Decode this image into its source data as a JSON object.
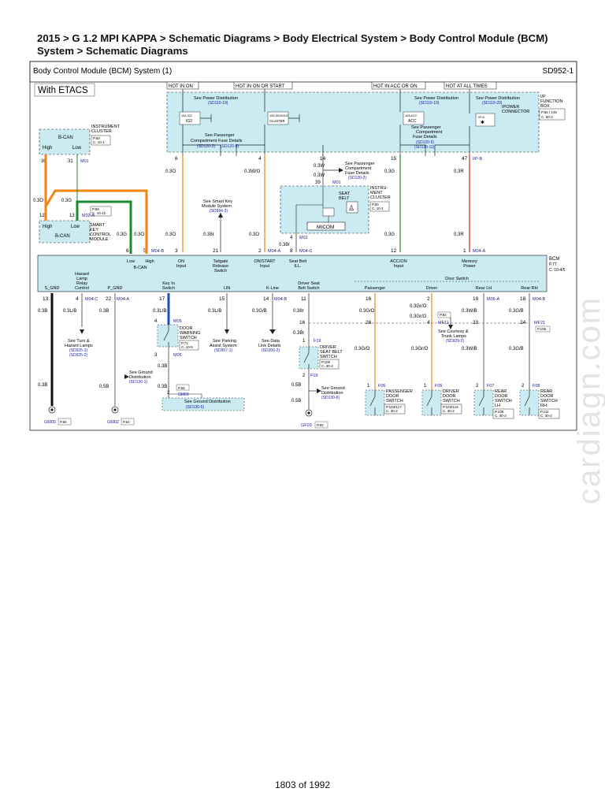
{
  "breadcrumb": "2015 > G 1.2 MPI KAPPA > Schematic Diagrams > Body Electrical System > Body Control Module (BCM) System > Schematic Diagrams",
  "diagram_title": "Body Control Module (BCM) System (1)",
  "diagram_code": "SD952-1",
  "variant_label": "With ETACS",
  "page_number": "1803 of 1992",
  "watermark": "cardiagn.com",
  "power_tags": [
    "HOT IN ON",
    "HOT IN ON OR START",
    "HOT IN ACC OR ON",
    "HOT AT ALL TIMES"
  ],
  "fuse_box": {
    "labels": [
      "I/P",
      "FUNCTION",
      "BOX"
    ],
    "ref": [
      "P.55 / 145",
      "C. 60-2"
    ],
    "see_power_1": "See Power Distribution",
    "see_power_1_ref": "(SD110-19)",
    "see_power_2": "See Power Distribution",
    "see_power_2_ref": "(SD110-19)",
    "see_power_3": "See Power Distribution",
    "see_power_3_ref": "(SD110-20)",
    "fuse_ig2": [
      "10A IG2",
      "IG2"
    ],
    "fuse_cluster": [
      "10A MODULE",
      "CLUSTER"
    ],
    "fuse_acc": [
      "10A ACC",
      "ACC"
    ],
    "ipower_label": [
      "IPOWER",
      "CONNECTOR"
    ],
    "pcomp_left": [
      "See Passenger",
      "Compartment Fuse Details"
    ],
    "pcomp_left_ref": "(SD120-2)     (SD120-5)",
    "pcomp_right": [
      "See Passenger",
      "Compartment",
      "Fuse Details"
    ],
    "pcomp_right_ref": [
      "(SD120-5)",
      "(SD120-11)"
    ]
  },
  "instrument_cluster_top": {
    "labels": [
      "INSTRUMENT",
      "CLUSTER"
    ],
    "ref": [
      "P.60",
      "C. 10-1"
    ],
    "bus": "B-CAN",
    "high": "High",
    "low": "Low",
    "pin_high": "30",
    "pin_low": "31",
    "conn": "M01"
  },
  "smart_key": {
    "labels": [
      "SMART",
      "KEY",
      "CONTROL",
      "MODULE"
    ],
    "ref": [
      "P.59",
      "C. 10-12"
    ],
    "bus": "B-CAN",
    "high": "High",
    "low": "Low",
    "pin_high": "12",
    "pin_low": "13",
    "conn": "M32-A"
  },
  "seat_belt_cluster": {
    "labels": [
      "INSTRU-",
      "MENT",
      "CLUSTER"
    ],
    "ref": [
      "P.60",
      "C. 10-1"
    ],
    "seat": [
      "SEAT",
      "BELT"
    ],
    "micom": "MICOM",
    "pin": "39",
    "conn": "M01",
    "pin4": "4",
    "conn4": "M01"
  },
  "wires": {
    "w03o": "0.3O",
    "w03g": "0.3G",
    "w03r": "0.3R",
    "w03w": "0.3W",
    "w03wo": "0.3W/O",
    "w038r": "0.38r",
    "w038r2": "0.38r",
    "w038r3": "0.38r",
    "w03br": "0.3Br",
    "w03b": "0.3B",
    "w03lb": "0.3L/B",
    "w03lb2": "0.3L/B",
    "w03gb": "0.3G/B",
    "w03go": "0.3G/O",
    "w03gro": "0.3Gr/O",
    "w03wb": "0.3W/B",
    "w05b": "0.5B"
  },
  "top_pins": {
    "p6": "6",
    "p4": "4",
    "p14": "14",
    "p15": "15",
    "p47": "47",
    "ip_b": "I/P-B",
    "p3": "3",
    "p21": "21",
    "p2": "2",
    "p8": "8",
    "p12": "12",
    "p1": "1",
    "m04b": "M04-B",
    "m04a": "M04-A",
    "m04c": "M04-C",
    "m04a2": "M04-A",
    "p6b": "6",
    "p5b": "5"
  },
  "see_passenger_center": [
    "See Passenger",
    "Compartment",
    "Fuse Details"
  ],
  "see_passenger_center_ref": "(SD120-2)",
  "see_smart_key": [
    "See Smart Key",
    "Module System"
  ],
  "see_smart_key_ref": "(SD994-3)",
  "bcm": {
    "labels": [
      "BCM"
    ],
    "ref": [
      "P.77",
      "C. 10-4/5"
    ],
    "bcan_low": "Low",
    "bcan_high": "High",
    "bcan": "B-CAN",
    "on_input": [
      "ON",
      "Input"
    ],
    "tailgate": [
      "Tailgate",
      "Release",
      "Switch"
    ],
    "on_start": [
      "ON/START",
      "Input"
    ],
    "seat_belt_ill": [
      "Seat Belt",
      "ILL."
    ],
    "acc_on": [
      "ACC/ON",
      "Input"
    ],
    "memory_power": [
      "Memory",
      "Power"
    ],
    "s_gnd": "S_GND",
    "hazard": [
      "Hazard",
      "Lamp",
      "Relay",
      "Control"
    ],
    "p_gnd": "P_GND",
    "key_in": [
      "Key In",
      "Switch"
    ],
    "lin": "LIN",
    "k_line": "K-Line",
    "driver_seat_belt": [
      "Driver Seat",
      "Belt Switch"
    ],
    "door_switch": "Door Switch",
    "passenger": "Passenger",
    "driver": "Driver",
    "rear_lh": "Rear LH",
    "rear_rh": "Rear RH"
  },
  "bottom_pins": {
    "p13": "13",
    "p4": "4",
    "m04c": "M04-C",
    "p22": "22",
    "m04a": "M04-A",
    "p17": "17",
    "p15": "15",
    "p14": "14",
    "m04b": "M04-B",
    "p11": "11",
    "p16": "16",
    "p2": "2",
    "p19": "19",
    "m06a": "M06-A",
    "p18": "18",
    "m04b2": "M04-B",
    "p4b": "4",
    "m05": "M05",
    "p3": "3",
    "m05b": "M05",
    "p1": "1",
    "p2b": "2",
    "p16b": "16",
    "p26": "26",
    "p4c": "4",
    "mf11": "MF11",
    "p23": "23",
    "p24": "24",
    "mf21": "MF21",
    "p3b": "3",
    "p2c": "2",
    "p2d": "2"
  },
  "see_hazard": [
    "See Turn &",
    "Hazard Lamps"
  ],
  "see_hazard_ref": [
    "(SD925-1)",
    "(SD925-2)"
  ],
  "see_parking": [
    "See Parking",
    "Assist System"
  ],
  "see_parking_ref": "(SD957-1)",
  "see_data_link": [
    "See Data",
    "Link Details"
  ],
  "see_data_link_ref": "(SD200-2)",
  "see_courtesy": [
    "See Courtesy &",
    "Trunk Lamps"
  ],
  "see_courtesy_ref": "(SD929-2)",
  "see_ground_dist_1": [
    "See Ground",
    "Distribution"
  ],
  "see_ground_dist_1_ref": "(SD130-1)",
  "see_ground_dist_2": "See Ground Distribution",
  "see_ground_dist_2_ref": "(SD130-5)",
  "see_ground_dist_3": [
    "See Ground",
    "Distribution"
  ],
  "see_ground_dist_3_ref": "(SD130-6)",
  "door_warning": {
    "labels": [
      "DOOR",
      "WARNING",
      "SWITCH"
    ],
    "ref": [
      "P.71",
      "C. 10-5"
    ]
  },
  "driver_seat_switch": {
    "labels": [
      "DRIVER",
      "SEAT BELT",
      "SWITCH"
    ],
    "ref": [
      "P.100",
      "C. 30-4"
    ],
    "conn": "F19",
    "conn2": "F19"
  },
  "p_gnd_ref": [
    "P.66",
    "GM09"
  ],
  "door_switches": [
    {
      "conn": "F06",
      "labels": [
        "PASSENGER",
        "DOOR",
        "SWITCH"
      ],
      "ref": [
        "P.104/117",
        "C. 30-2"
      ]
    },
    {
      "conn": "F05",
      "labels": [
        "DRIVER",
        "DOOR",
        "SWITCH"
      ],
      "ref": [
        "P.103/116",
        "C. 30-2"
      ]
    },
    {
      "conn": "F07",
      "labels": [
        "REAR",
        "DOOR",
        "SWITCH",
        "LH"
      ],
      "ref": [
        "P.109",
        "C. 30-2"
      ]
    },
    {
      "conn": "F08",
      "labels": [
        "REAR",
        "DOOR",
        "SWITCH",
        "RH"
      ],
      "ref": [
        "P.111",
        "C. 30-2"
      ]
    }
  ],
  "grounds": [
    {
      "name": "GM05",
      "ref": "P.66"
    },
    {
      "name": "GM02",
      "ref": "P.64"
    },
    {
      "name": "GF03",
      "ref": "P.92"
    }
  ],
  "pf_ref": "P.92",
  "pf_ref2": "P.105",
  "m04a_right": "M06-A",
  "colors": {
    "orange": "#f0860f",
    "green": "#1a8a2e",
    "red": "#d8291c",
    "blue": "#1e4fb5",
    "panel": "#c9ebf1",
    "conn": "#1a1aa0"
  }
}
